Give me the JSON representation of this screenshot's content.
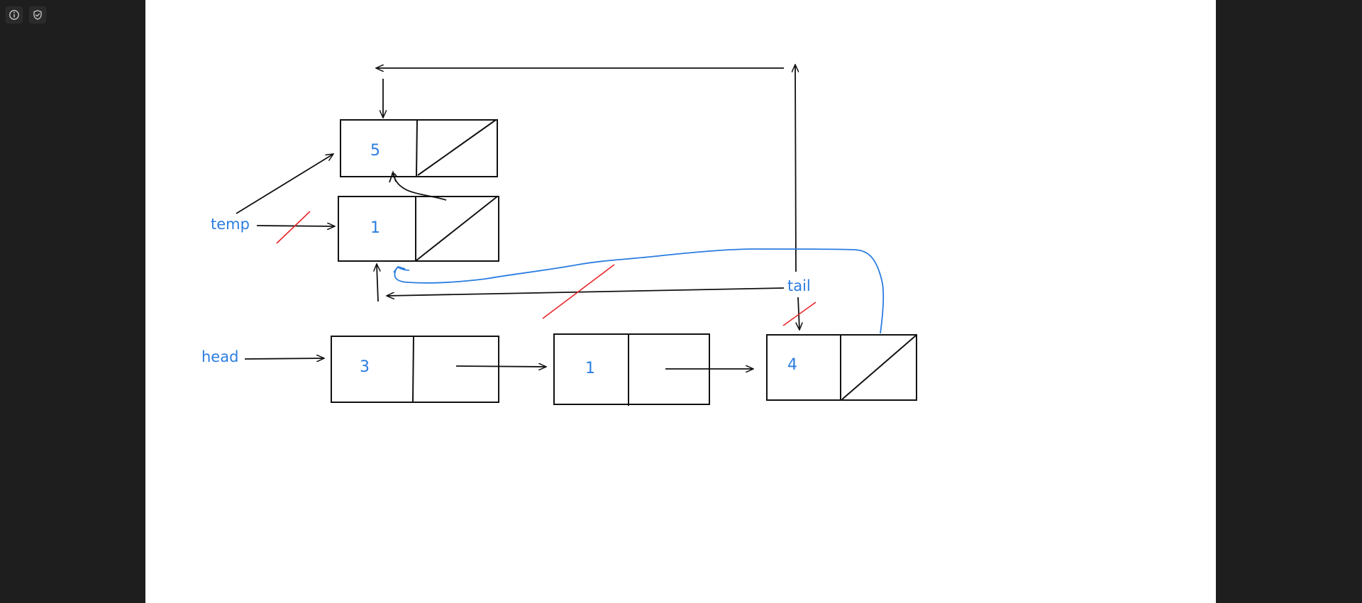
{
  "toolbar": {
    "info_icon": "info-circle-icon",
    "shield_icon": "shield-check-icon"
  },
  "diagram": {
    "labels": {
      "temp": "temp",
      "head": "head",
      "tail": "tail"
    },
    "nodes": {
      "node_top": {
        "value": "5"
      },
      "node_mid": {
        "value": "1"
      },
      "node_head": {
        "value": "3"
      },
      "node_second": {
        "value": "1"
      },
      "node_tail": {
        "value": "4"
      }
    },
    "colors": {
      "ink": "#111111",
      "label": "#2b7de0",
      "strike": "#e8262b",
      "canvas": "#ffffff",
      "frame": "#1e1e1e"
    }
  }
}
